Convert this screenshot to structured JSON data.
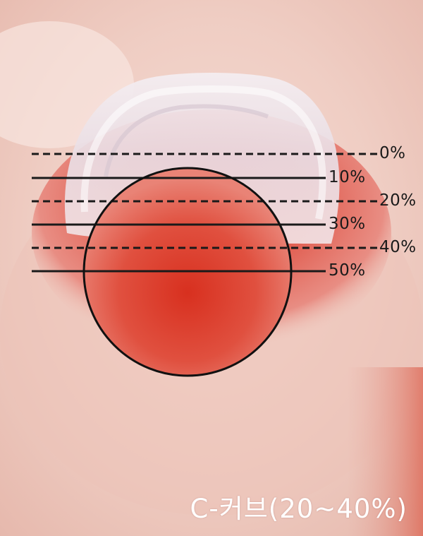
{
  "figure": {
    "levels": [
      {
        "label": "0%",
        "style": "dashed"
      },
      {
        "label": "10%",
        "style": "solid"
      },
      {
        "label": "20%",
        "style": "dashed"
      },
      {
        "label": "30%",
        "style": "solid"
      },
      {
        "label": "40%",
        "style": "dashed"
      },
      {
        "label": "50%",
        "style": "solid"
      }
    ],
    "caption": "C-커브(20~40%)"
  },
  "colors": {
    "line": "#1a1a1a",
    "caption": "#ffffff",
    "skin": "#f0cfc6",
    "lips": "#d9473a"
  }
}
